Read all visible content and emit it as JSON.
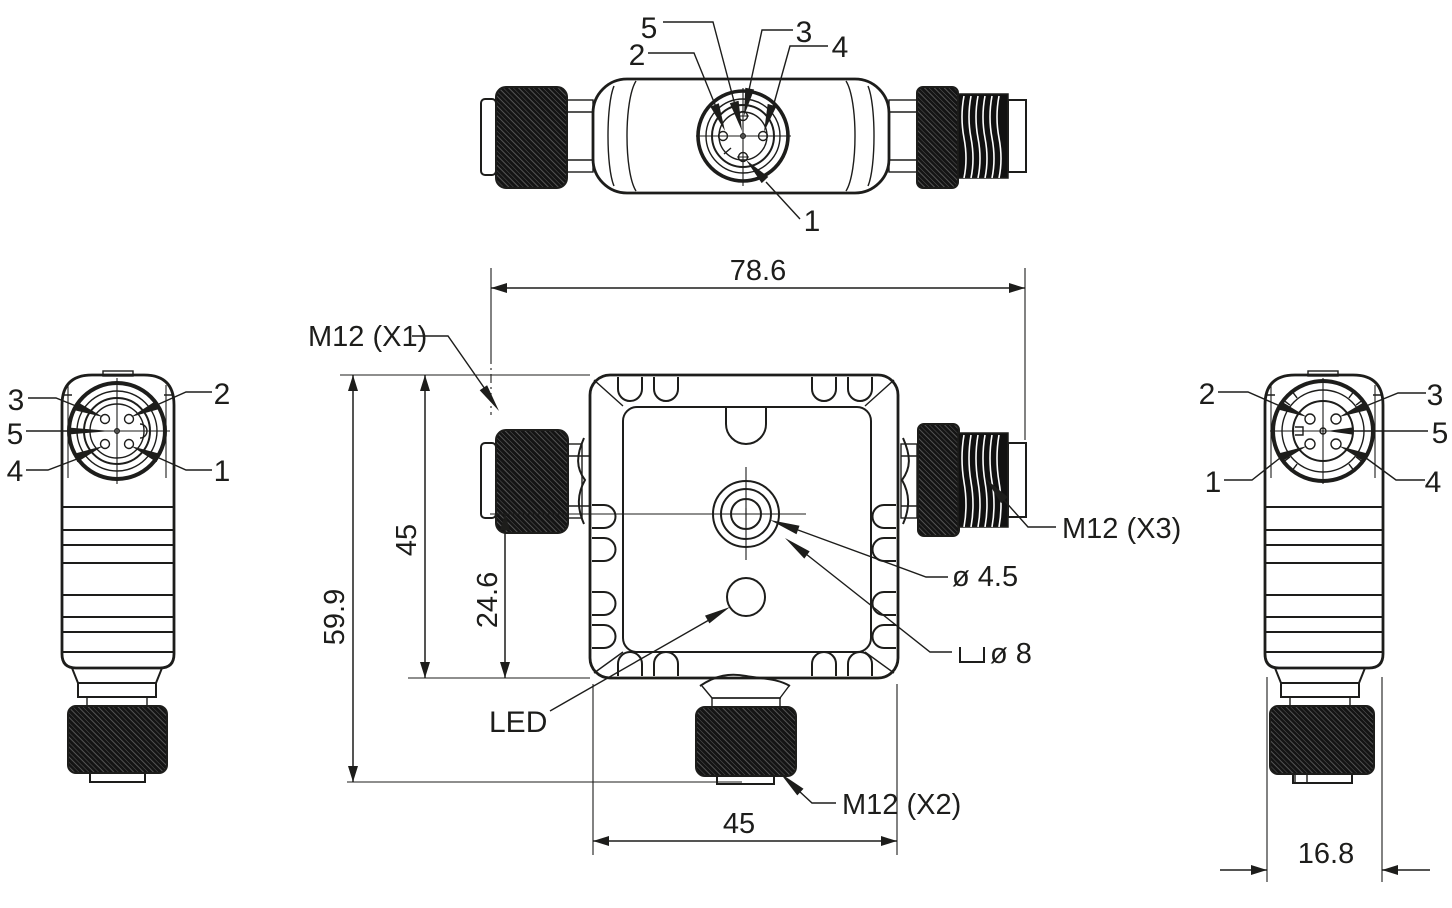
{
  "drawing": {
    "background": "#ffffff",
    "line_color": "#1d1d1b",
    "type": "technical-drawing-m12-t-junction"
  },
  "dimensions": {
    "overall_width": "78.6",
    "overall_height": "59.9",
    "upper_body_height": "45",
    "hole_center_offset": "24.6",
    "body_width": "45",
    "side_width": "16.8"
  },
  "labels": {
    "connector_x1": "M12 (X1)",
    "connector_x2": "M12 (X2)",
    "connector_x3": "M12 (X3)",
    "led": "LED",
    "mounting_hole": "ø 4.5",
    "counterbore": "ø 8"
  },
  "pins": {
    "top_view": {
      "pin5": "5",
      "pin2": "2",
      "pin3": "3",
      "pin4": "4",
      "pin1": "1"
    },
    "left_view": {
      "pin3": "3",
      "pin5": "5",
      "pin4": "4",
      "pin2": "2",
      "pin1": "1"
    },
    "right_view": {
      "pin2": "2",
      "pin3": "3",
      "pin5": "5",
      "pin1": "1",
      "pin4": "4"
    }
  }
}
